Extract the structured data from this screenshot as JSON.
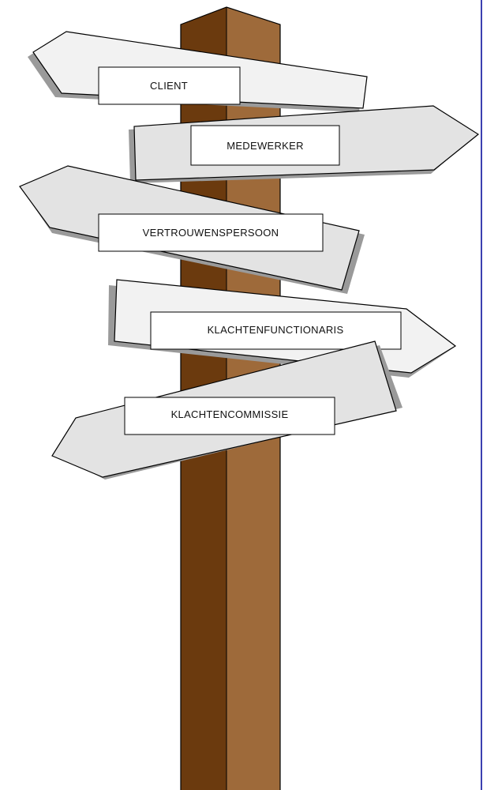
{
  "signs": [
    {
      "label": "CLIENT",
      "direction": "left"
    },
    {
      "label": "MEDEWERKER",
      "direction": "right"
    },
    {
      "label": "VERTROUWENSPERSOON",
      "direction": "left"
    },
    {
      "label": "KLACHTENFUNCTIONARIS",
      "direction": "right"
    },
    {
      "label": "KLACHTENCOMMISSIE",
      "direction": "left"
    }
  ],
  "colors": {
    "post_dark": "#6b3a0e",
    "post_light": "#9e6a3a",
    "sign_fill": "#e3e3e3",
    "sign_fill_light": "#f2f2f2",
    "sign_shadow": "#9a9a9a",
    "label_fill": "#ffffff",
    "outline": "#000000",
    "edge_rule": "#3b3fb0"
  }
}
